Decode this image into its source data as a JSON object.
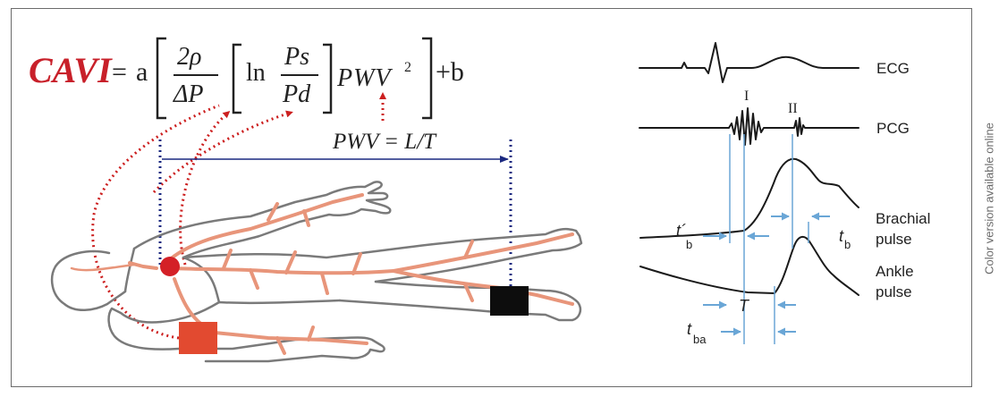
{
  "formula": {
    "cavi": "CAVI",
    "equals": "=",
    "a": "a",
    "two_rho": "2ρ",
    "delta_p": "ΔP",
    "ln": "ln",
    "ps": "Ps",
    "pd": "Pd",
    "pwv": "PWV",
    "squared": "2",
    "plus_b": "+b",
    "pwv_def": "PWV = L/T"
  },
  "traces": {
    "ecg": "ECG",
    "pcg": "PCG",
    "heart_sound_1": "I",
    "heart_sound_2": "II",
    "brachial_line1": "Brachial",
    "brachial_line2": "pulse",
    "ankle_line1": "Ankle",
    "ankle_line2": "pulse"
  },
  "intervals": {
    "t_prime_b_main": "t´",
    "t_prime_b_sub": "b",
    "t_b_main": "t",
    "t_b_sub": "b",
    "T": "T",
    "t_ba_main": "t",
    "t_ba_sub": "ba"
  },
  "side_note": "Color version available online",
  "colors": {
    "cavi_red": "#c8202a",
    "artery": "#e8957a",
    "dotted_red": "#cc1f1f",
    "dotted_navy": "#1a2880",
    "blue_marker": "#6aa6d6"
  }
}
